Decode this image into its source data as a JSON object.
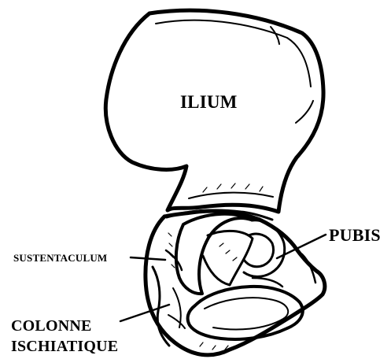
{
  "labels": {
    "ilium": "ILIUM",
    "pubis": "PUBIS",
    "sustentaculum": "SUSTENTACULUM",
    "colonne_line_1": "COLONNE",
    "colonne_line_2": "ISCHIATIQUE"
  },
  "colors": {
    "line": "#000000",
    "background": "#ffffff"
  }
}
